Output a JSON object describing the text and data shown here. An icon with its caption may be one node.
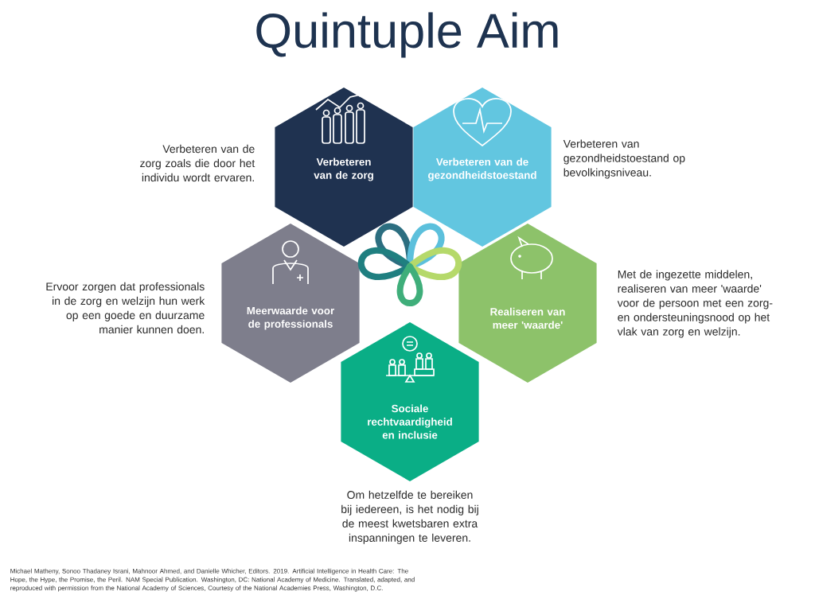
{
  "diagram": {
    "title": "Quintuple Aim",
    "nodes": [
      {
        "text": [
          "Verbeteren van de zorg"
        ],
        "beside": [
          "Verbeteren van de zorg zoals die door het individu wordt ervaren."
        ]
      },
      {
        "text": [
          "Verbeteren van de gezondheidstoestand"
        ],
        "beside": [
          "Verbeteren van gezondheidstoestand op bevolkingsniveau."
        ]
      },
      {
        "text": [
          "Meerwaarde voor de professionals"
        ],
        "beside": [
          "Ervoor zorgen dat professionals in de zorg en welzijn hun werk op een goede en duurzame manier kunnen doen."
        ]
      },
      {
        "text": [
          "Realiseren van meer 'waarde'"
        ],
        "beside": [
          "Met de ingezette middelen, realiseren van meer 'waarde' voor de persoon met een zorg- en ondersteuningsnood op het vlak van zorg en welzijn."
        ]
      },
      {
        "text": [
          "Sociale rechtvaardigheid en inclusie"
        ],
        "beside": [
          "Om hetzelfde te bereiken bij iedereen, is het nodig bij de meest kwetsbaren extra inspanningen te leveren."
        ]
      }
    ],
    "labels": [
      "Michael Matheny, Sonoo Thadaney Israni, Mahnoor Ahmed, and Danielle Whicher, Editors. 2019. Artificial Intelligence in Health Care: The Hope, the Hype, the Promise, the Peril. NAM Special Publication. Washington, DC: National Academy of Medicine. Translated, adapted, and reproduced with permission from the National Academy of Sciences, Courtesy of the National Academies Press, Washington, D.C."
    ]
  }
}
